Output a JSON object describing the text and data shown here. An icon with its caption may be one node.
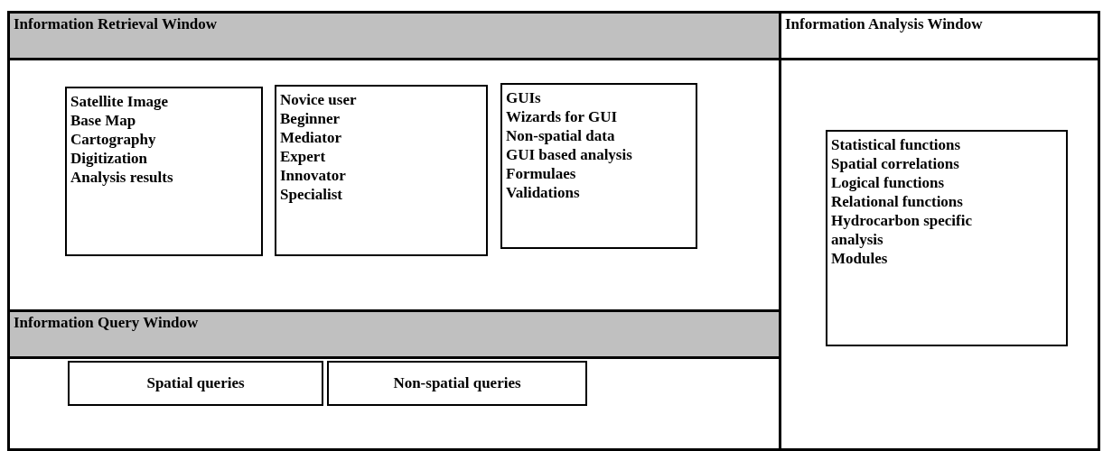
{
  "diagram": {
    "nodes": [
      {
        "text": [
          "Information Retrieval Window"
        ]
      },
      {
        "text": [
          "Satellite Image",
          "Base Map",
          "Cartography",
          "Digitization",
          "Analysis results"
        ],
        "in": 0
      },
      {
        "text": [
          "Novice user",
          "Beginner",
          "Mediator",
          "Expert",
          "Innovator",
          "Specialist"
        ],
        "in": 0
      },
      {
        "text": [
          "GUIs",
          "Wizards for GUI",
          "Non-spatial data",
          "GUI based analysis",
          "Formulaes",
          "Validations"
        ],
        "in": 0
      },
      {
        "text": [
          "Information Query Window"
        ]
      },
      {
        "text": [
          "Spatial queries"
        ],
        "in": 4
      },
      {
        "text": [
          "Non-spatial queries"
        ],
        "in": 4
      },
      {
        "text": [
          "Information Analysis Window"
        ]
      },
      {
        "text": [
          "Statistical functions",
          "Spatial correlations",
          "Logical functions",
          "Relational functions",
          "Hydrocarbon specific analysis",
          "Modules"
        ],
        "in": 7
      }
    ]
  }
}
